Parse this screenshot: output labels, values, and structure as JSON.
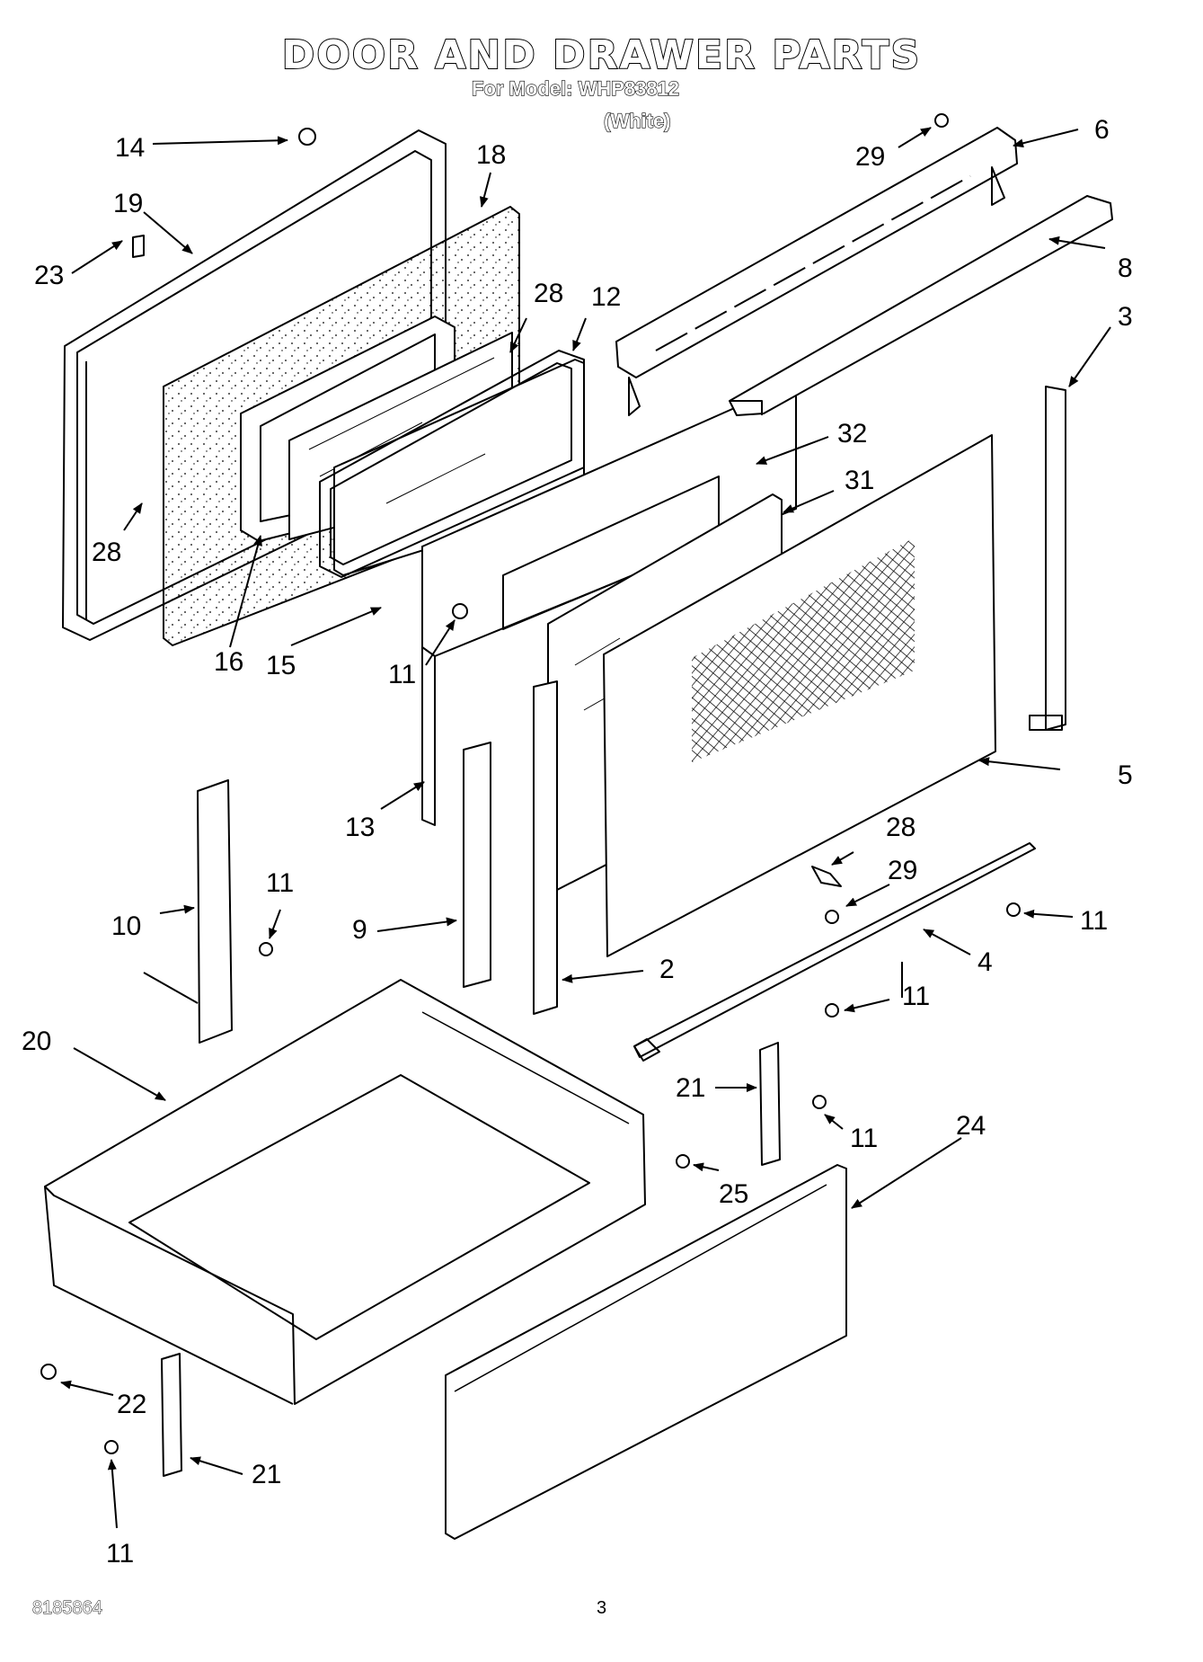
{
  "header": {
    "title": "DOOR AND DRAWER PARTS",
    "model_line": "For Model: WHP83812",
    "variant": "(White)"
  },
  "callouts": [
    {
      "id": "c14a",
      "label": "14"
    },
    {
      "id": "c18",
      "label": "18"
    },
    {
      "id": "c19",
      "label": "19"
    },
    {
      "id": "c23",
      "label": "23"
    },
    {
      "id": "c28a",
      "label": "28"
    },
    {
      "id": "c12",
      "label": "12"
    },
    {
      "id": "c28b",
      "label": "28"
    },
    {
      "id": "c16",
      "label": "16"
    },
    {
      "id": "c15",
      "label": "15"
    },
    {
      "id": "c11a",
      "label": "11"
    },
    {
      "id": "c29a",
      "label": "29"
    },
    {
      "id": "c6",
      "label": "6"
    },
    {
      "id": "c8",
      "label": "8"
    },
    {
      "id": "c3",
      "label": "3"
    },
    {
      "id": "c32",
      "label": "32"
    },
    {
      "id": "c31",
      "label": "31"
    },
    {
      "id": "c5",
      "label": "5"
    },
    {
      "id": "c13",
      "label": "13"
    },
    {
      "id": "c10",
      "label": "10"
    },
    {
      "id": "c11b",
      "label": "11"
    },
    {
      "id": "c9",
      "label": "9"
    },
    {
      "id": "c2",
      "label": "2"
    },
    {
      "id": "c28c",
      "label": "28"
    },
    {
      "id": "c29b",
      "label": "29"
    },
    {
      "id": "c11c",
      "label": "11"
    },
    {
      "id": "c4",
      "label": "4"
    },
    {
      "id": "c11d",
      "label": "11"
    },
    {
      "id": "c20",
      "label": "20"
    },
    {
      "id": "c21a",
      "label": "21"
    },
    {
      "id": "c11e",
      "label": "11"
    },
    {
      "id": "c24",
      "label": "24"
    },
    {
      "id": "c25",
      "label": "25"
    },
    {
      "id": "c22",
      "label": "22"
    },
    {
      "id": "c21b",
      "label": "21"
    },
    {
      "id": "c11f",
      "label": "11"
    }
  ],
  "footer": {
    "doc_number": "8185864",
    "page": "3"
  }
}
